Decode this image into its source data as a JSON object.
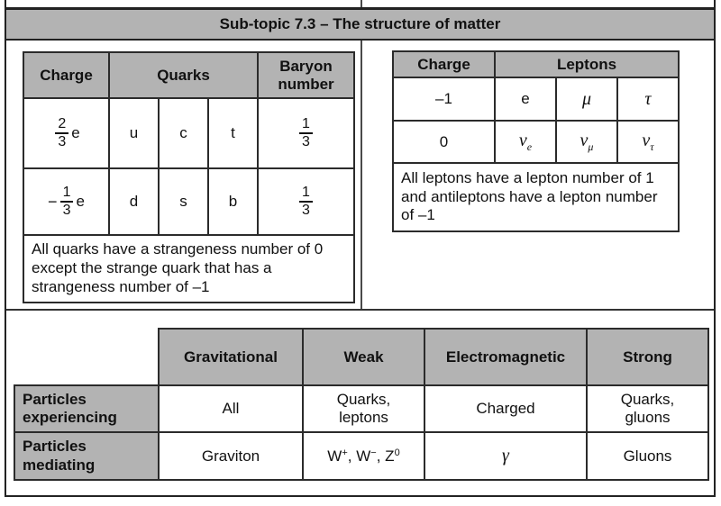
{
  "title": "Sub-topic 7.3 – The structure of matter",
  "quarks_table": {
    "headers": {
      "charge": "Charge",
      "quarks": "Quarks",
      "baryon": "Baryon number"
    },
    "rows": [
      {
        "charge": {
          "sign": "",
          "num": "2",
          "den": "3",
          "unit": "e"
        },
        "cells": [
          "u",
          "c",
          "t"
        ],
        "baryon": {
          "num": "1",
          "den": "3"
        }
      },
      {
        "charge": {
          "sign": "−",
          "num": "1",
          "den": "3",
          "unit": "e"
        },
        "cells": [
          "d",
          "s",
          "b"
        ],
        "baryon": {
          "num": "1",
          "den": "3"
        }
      }
    ],
    "note": "All quarks have a strangeness number of 0 except the strange quark that has a strangeness number of –1"
  },
  "leptons_table": {
    "headers": {
      "charge": "Charge",
      "leptons": "Leptons"
    },
    "rows": [
      {
        "charge": "–1",
        "cells": [
          {
            "base": "e"
          },
          {
            "base": "μ"
          },
          {
            "base": "τ"
          }
        ]
      },
      {
        "charge": "0",
        "cells": [
          {
            "base": "ν",
            "sub": "e"
          },
          {
            "base": "ν",
            "sub": "μ"
          },
          {
            "base": "ν",
            "sub": "τ"
          }
        ]
      }
    ],
    "note": "All leptons have a lepton number of 1 and antileptons have a lepton number of –1"
  },
  "forces_table": {
    "column_headers": [
      "Gravitational",
      "Weak",
      "Electromagnetic",
      "Strong"
    ],
    "row_headers": [
      {
        "line1": "Particles",
        "line2": "experiencing"
      },
      {
        "line1": "Particles",
        "line2": "mediating"
      }
    ],
    "experiencing": {
      "gravitational": "All",
      "weak": {
        "line1": "Quarks,",
        "line2": "leptons"
      },
      "electromagnetic": "Charged",
      "strong": {
        "line1": "Quarks,",
        "line2": "gluons"
      }
    },
    "mediating": {
      "gravitational": "Graviton",
      "weak": {
        "parts": [
          {
            "t": "W",
            "s": "+"
          },
          {
            "t": ", W",
            "s": "−"
          },
          {
            "t": ", Z",
            "s": "0"
          }
        ]
      },
      "electromagnetic": "γ",
      "strong": "Gluons"
    }
  },
  "colors": {
    "header_fill": "#b3b3b3",
    "border": "#2b2b2b"
  }
}
